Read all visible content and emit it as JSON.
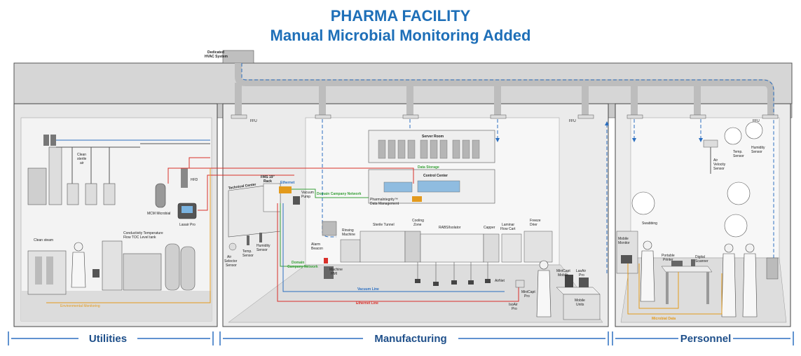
{
  "title": {
    "line1": "PHARMA FACILITY",
    "line2": "Manual Microbial Monitoring Added"
  },
  "labels": {
    "hvac": [
      "Dedicated",
      "HVAC System"
    ],
    "ffu": "FFU",
    "server_room": "Server Room",
    "control_center": "Control Center",
    "data_storage": "Data Storage",
    "pharmaintegrity": [
      "Pharmalntegrity™",
      "Data Management"
    ],
    "technical_center": "Technical Center",
    "fms_rack": [
      "FMS 19\"",
      "Rack"
    ],
    "ethernet": "Ethernet",
    "vacuum_pump": [
      "Vacuum",
      "Pump"
    ],
    "domain_company_network": "Domain Campany Network",
    "domain_company_network_2": [
      "Domain",
      "Campany Network"
    ],
    "air_selector_sensor": [
      "Air",
      "Selector",
      "Sensor"
    ],
    "temp_sensor_mfg": [
      "Temp.",
      "Sensor"
    ],
    "humidity_sensor_mfg": [
      "Humidity",
      "Sensor"
    ],
    "clean_sterile_air": [
      "Clean",
      "sterile",
      "air"
    ],
    "mcm_microbial": "MCM Microbial",
    "hfd": "HFD",
    "lasair_pro": "Lasair Pro",
    "clean_steam": "Clean steam",
    "conductivity": [
      "Conductivity Temperature",
      "Flow TOC Level tank"
    ],
    "environmental_monitoring": "Environmental Monitoring",
    "alarm_beacon": [
      "Alarm",
      "Beacon"
    ],
    "machine_hmi": [
      "Machine",
      "HMI"
    ],
    "rinsing_machine": [
      "Rinsing",
      "Machine"
    ],
    "sterile_tunnel": "Sterile Tunnel",
    "cooling_zone": [
      "Cooling",
      "Zone"
    ],
    "rabs_isolator": "RABS/Isolator",
    "capper": "Capper",
    "laminar_flow_cart": [
      "Laminar",
      "Flow Cart"
    ],
    "freeze_dryer": [
      "Freeze",
      "Drier"
    ],
    "airnet": "AirNet",
    "isoair_pro": [
      "IsoAir",
      "Pro"
    ],
    "minicapt_pro": [
      "MiniCapt",
      "Pro"
    ],
    "minicapt_mobile": [
      "MiniCapt",
      "Mobile"
    ],
    "lasair_pro_2": [
      "LasAir",
      "Pro"
    ],
    "mobile_units": [
      "Mobile",
      "Units"
    ],
    "vacuum_line": "Vacuum Line",
    "ethernet_line": "Ethernet Line",
    "air_velocity_sensor": [
      "Air",
      "Velocity",
      "Sensor"
    ],
    "temp_sensor": [
      "Temp.",
      "Sensor"
    ],
    "humidity_sensor": [
      "Humidity",
      "Sensor"
    ],
    "swabbing": "Swabbing",
    "mobile_monitor": [
      "Mobile",
      "Monitor"
    ],
    "portable_printer": [
      "Portable",
      "Printer"
    ],
    "digital_scanner": [
      "Digital",
      "Scanner"
    ],
    "microbial_data": "Microbial Data"
  },
  "zones": {
    "utilities": "Utilities",
    "manufacturing": "Manufacturing",
    "personnel": "Personnel"
  },
  "colors": {
    "title": "#1e6fb8",
    "zone_text": "#1e4f8a",
    "network": "#3aa13a",
    "vacuum": "#2c6fc0",
    "ethernet": "#d9302a",
    "hvac_duct": "#2c6fc0",
    "data": "#e39a1c",
    "wall": "#d9d9d9"
  }
}
